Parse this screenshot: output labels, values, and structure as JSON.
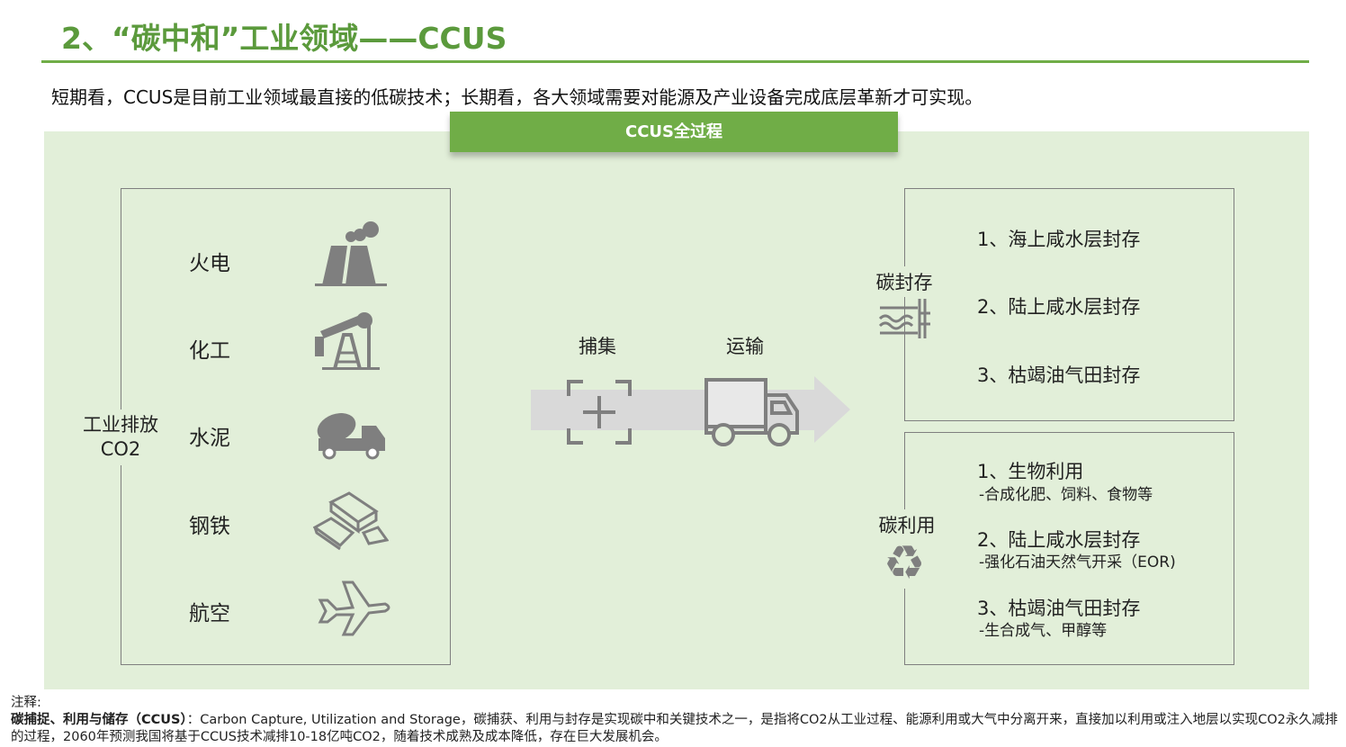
{
  "header": {
    "title": "2、“碳中和”工业领域——CCUS",
    "subtitle": "短期看，CCUS是目前工业领域最直接的低碳技术；长期看，各大领域需要对能源及产业设备完成底层革新才可实现。"
  },
  "banner": "CCUS全过程",
  "sources": {
    "label_line1": "工业排放",
    "label_line2": "CO2",
    "items": [
      {
        "label": "火电",
        "icon": "power-plant-icon"
      },
      {
        "label": "化工",
        "icon": "oil-pump-icon"
      },
      {
        "label": "水泥",
        "icon": "cement-mixer-icon"
      },
      {
        "label": "钢铁",
        "icon": "steel-ingots-icon"
      },
      {
        "label": "航空",
        "icon": "airplane-icon"
      }
    ]
  },
  "process": {
    "capture": "捕集",
    "transport": "运输"
  },
  "storage": {
    "title": "碳封存",
    "items": [
      "1、海上咸水层封存",
      "2、陆上咸水层封存",
      "3、枯竭油气田封存"
    ]
  },
  "utilization": {
    "title": "碳利用",
    "items": [
      {
        "title": "1、生物利用",
        "sub": "-合成化肥、饲料、食物等"
      },
      {
        "title": "2、陆上咸水层封存",
        "sub": "-强化石油天然气开采（EOR)"
      },
      {
        "title": "3、枯竭油气田封存",
        "sub": "-生合成气、甲醇等"
      }
    ]
  },
  "note": {
    "label": "注释:",
    "term": "碳捕捉、利用与储存（CCUS）",
    "text": "：Carbon Capture, Utilization and Storage，碳捕获、利用与封存是实现碳中和关键技术之一，是指将CO2从工业过程、能源利用或大气中分离开来，直接加以利用或注入地层以实现CO2永久减排的过程，2060年预测我国将基于CCUS技术减排10-18亿吨CO2，随着技术成熟及成本降低，存在巨大发展机会。"
  }
}
